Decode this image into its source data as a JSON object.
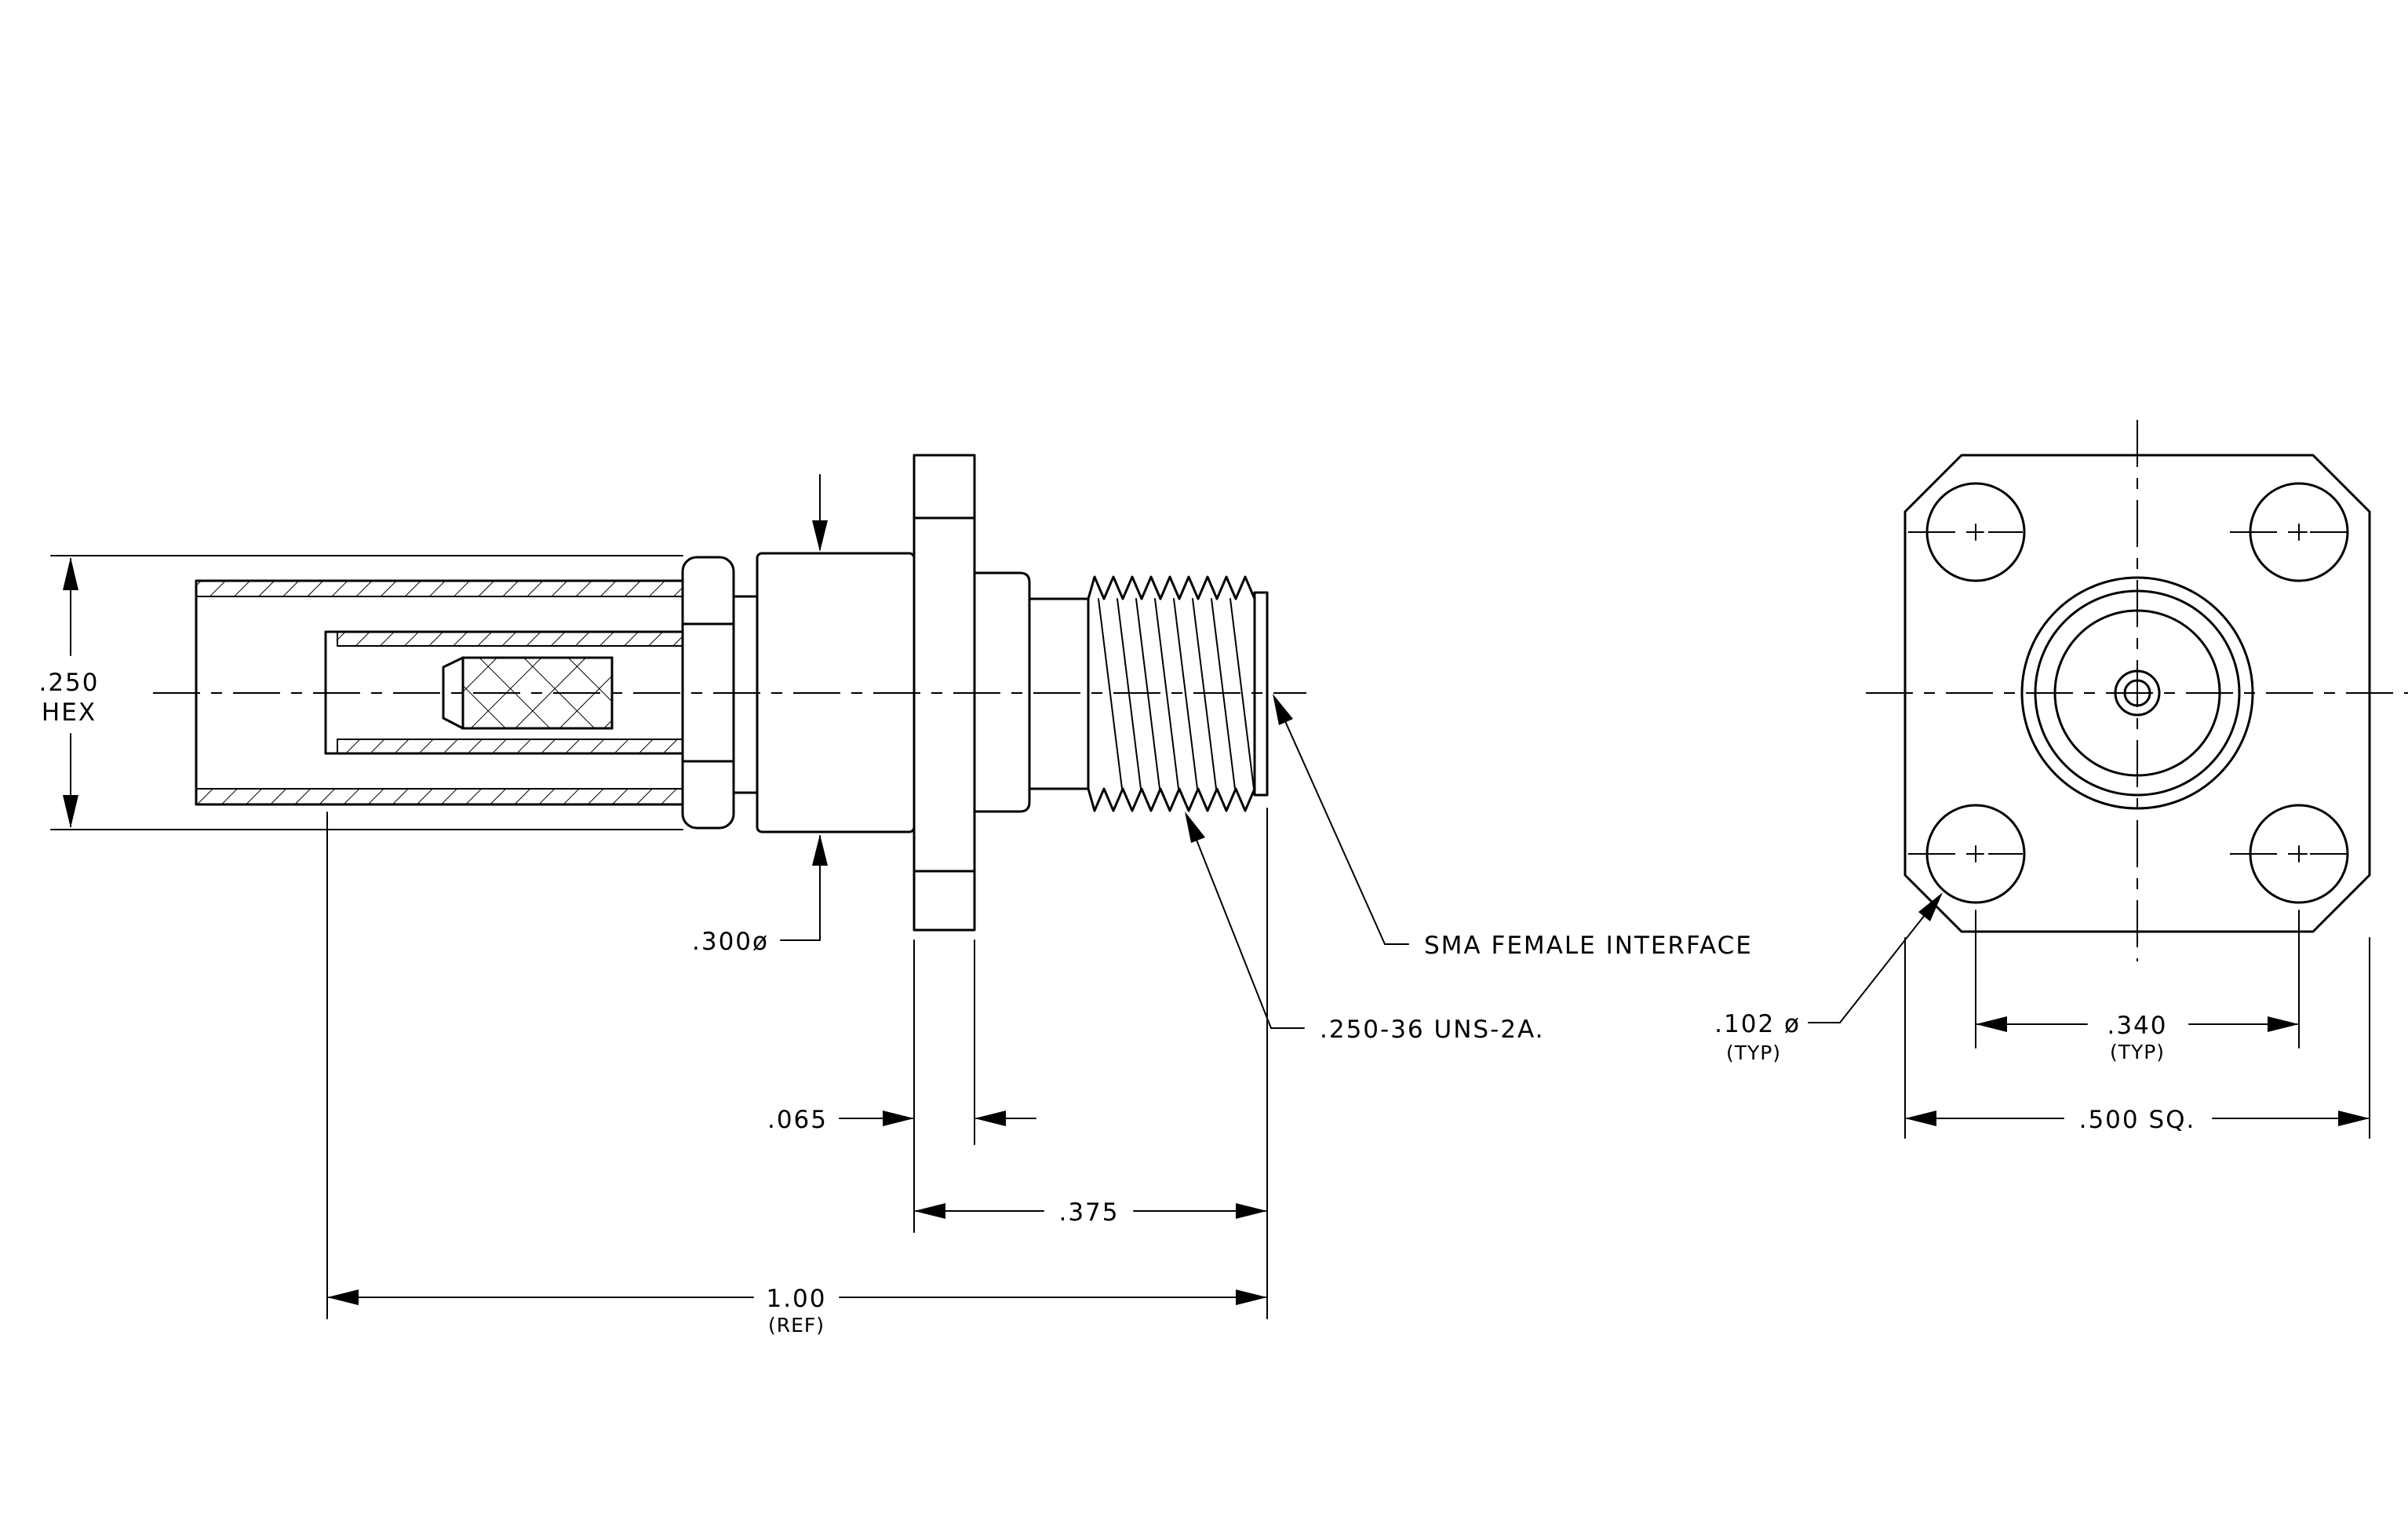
{
  "dimensions": {
    "hex": {
      "value": ".250",
      "note": "HEX"
    },
    "body_dia": {
      "value": ".300ø"
    },
    "flange_thk": {
      "value": ".065"
    },
    "flange_to_end": {
      "value": ".375"
    },
    "overall": {
      "value": "1.00",
      "note": "(REF)"
    },
    "hole_dia": {
      "value": ".102 ø",
      "note": "(TYP)"
    },
    "hole_spacing": {
      "value": ".340",
      "note": "(TYP)"
    },
    "flange_size": {
      "value": ".500 SQ."
    }
  },
  "callouts": {
    "interface": "SMA FEMALE INTERFACE",
    "thread": ".250-36 UNS-2A."
  },
  "colors": {
    "ink": "#000000",
    "paper": "#ffffff"
  }
}
